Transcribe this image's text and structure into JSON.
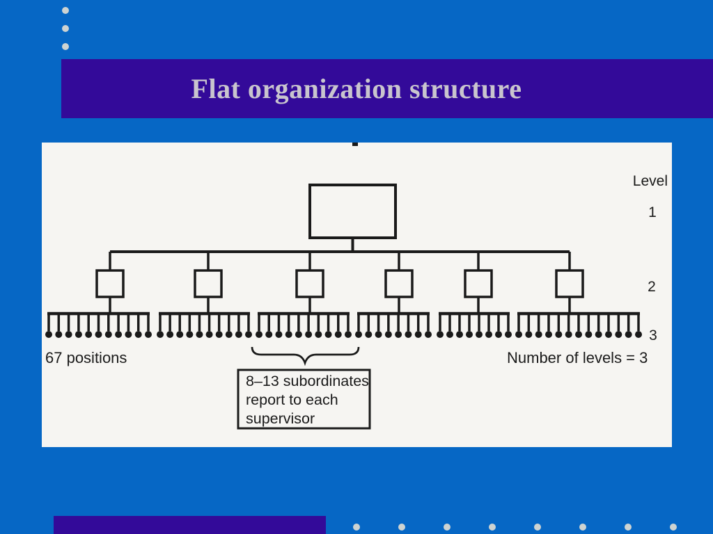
{
  "slide": {
    "title": "Flat organization structure"
  },
  "figure": {
    "level_column_label": "Level",
    "level_labels": [
      "1",
      "2",
      "3"
    ],
    "left_caption": "67 positions",
    "right_caption": "Number of levels = 3",
    "callout_lines": [
      "8–13 subordinates",
      "report to each",
      "supervisor"
    ],
    "org_chart": {
      "type": "organization-chart",
      "levels": 3,
      "top_level_boxes": 1,
      "supervisor_boxes": 6,
      "subordinates_per_group": [
        11,
        10,
        10,
        8,
        8,
        13
      ]
    }
  },
  "decor": {
    "top_left_dot_count": 3,
    "bottom_dot_count": 8
  },
  "colors": {
    "background": "#0667C5",
    "accent_bar": "#330A99",
    "title_text": "#C9C5CE",
    "panel": "#F6F5F2",
    "ink": "#1A1A1A",
    "decor_dot": "#CDD3D2"
  }
}
